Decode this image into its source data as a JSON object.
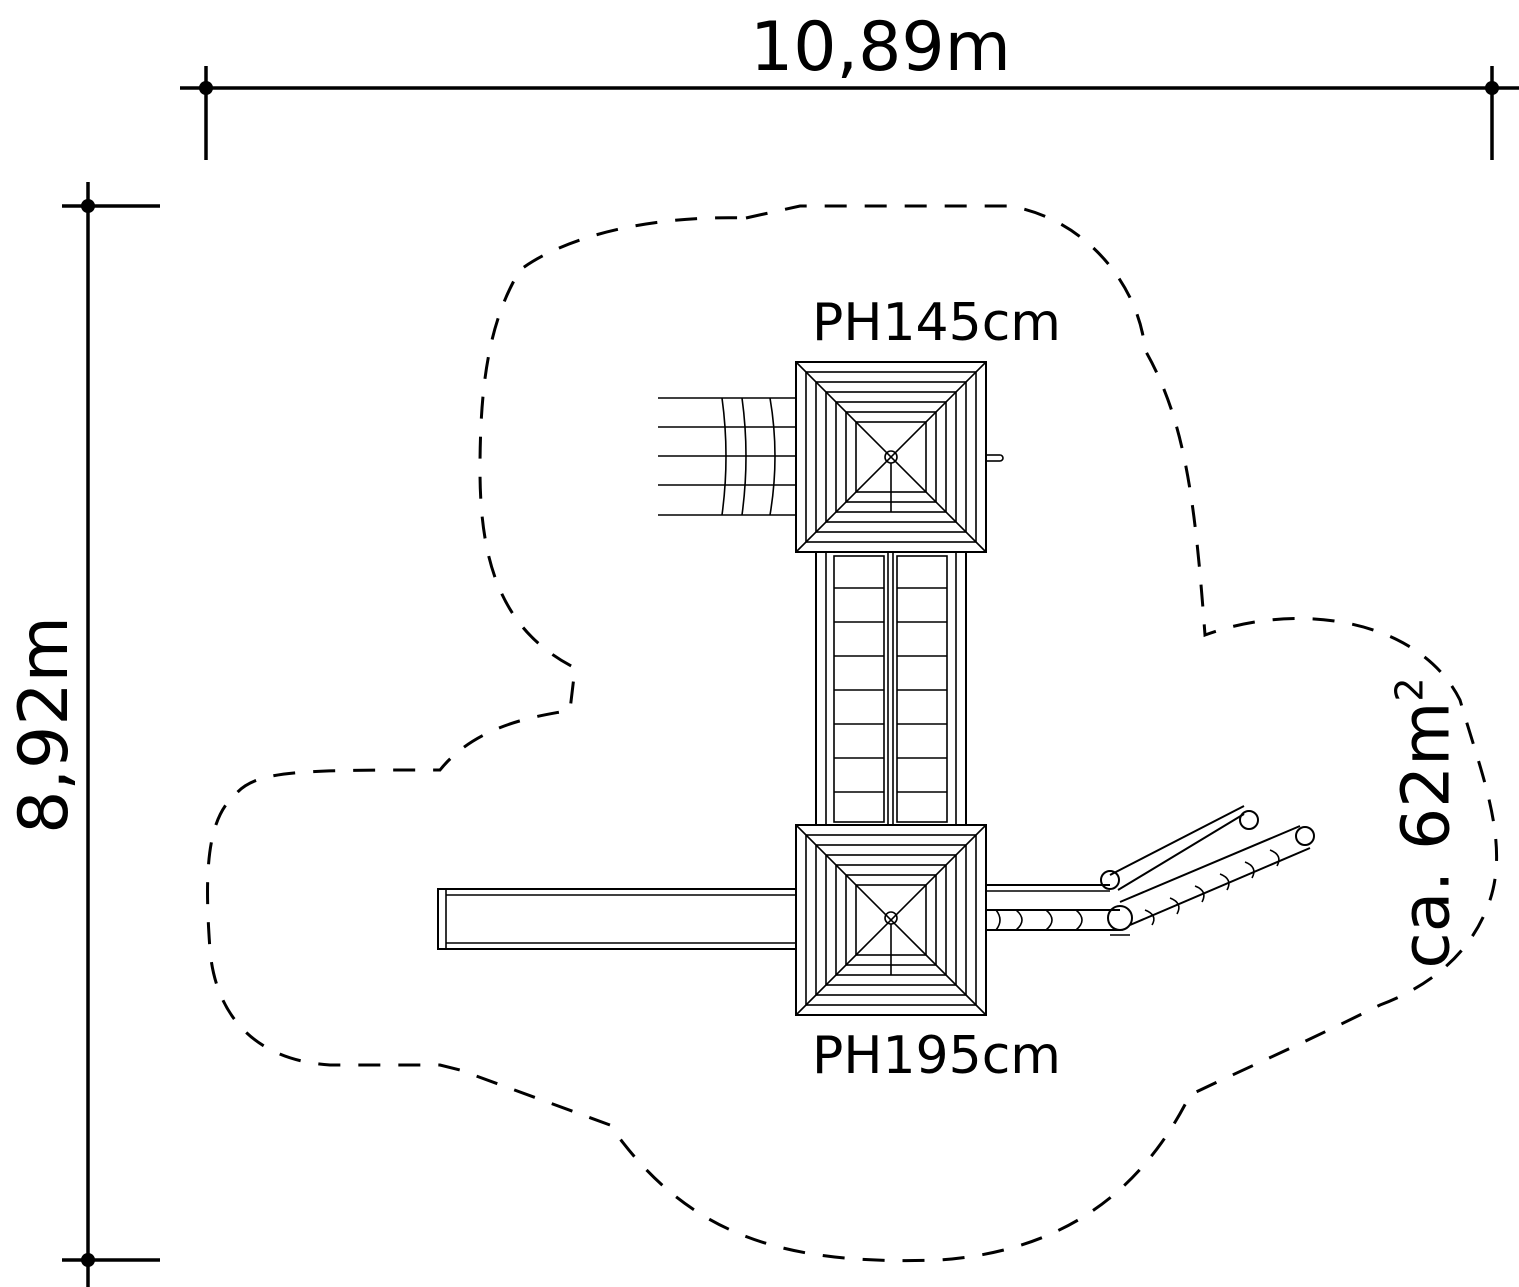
{
  "dimensions": {
    "width_label": "10,89m",
    "height_label": "8,92m"
  },
  "area": {
    "label_prefix": "ca. 62m",
    "label_superscript": "2"
  },
  "platforms": [
    {
      "label": "PH145cm"
    },
    {
      "label": "PH195cm"
    }
  ],
  "colors": {
    "line": "#000000",
    "background": "#ffffff"
  }
}
